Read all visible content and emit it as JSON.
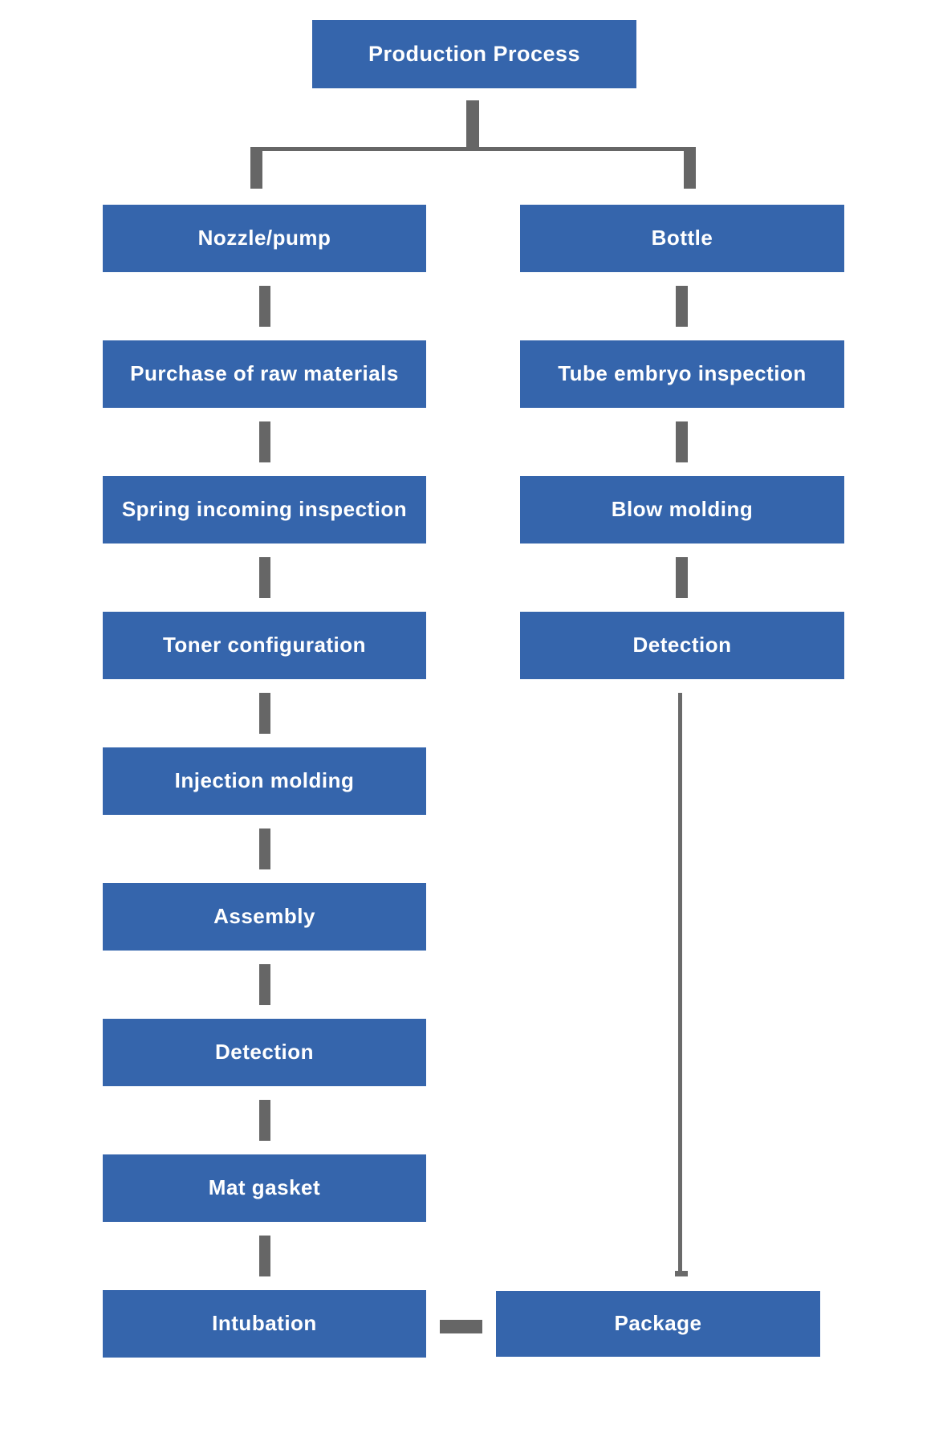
{
  "diagram": {
    "title": "Production Process",
    "colors": {
      "box_fill": "#3565ac",
      "box_text": "#ffffff",
      "connector": "#666666",
      "background": "#ffffff"
    },
    "branches": {
      "left": {
        "header": "Nozzle/pump",
        "steps": [
          "Purchase of raw materials",
          "Spring incoming inspection",
          "Toner configuration",
          "Injection molding",
          "Assembly",
          "Detection",
          "Mat gasket",
          "Intubation"
        ]
      },
      "right": {
        "header": "Bottle",
        "steps": [
          "Tube embryo inspection",
          "Blow molding",
          "Detection"
        ],
        "final": "Package"
      }
    }
  }
}
